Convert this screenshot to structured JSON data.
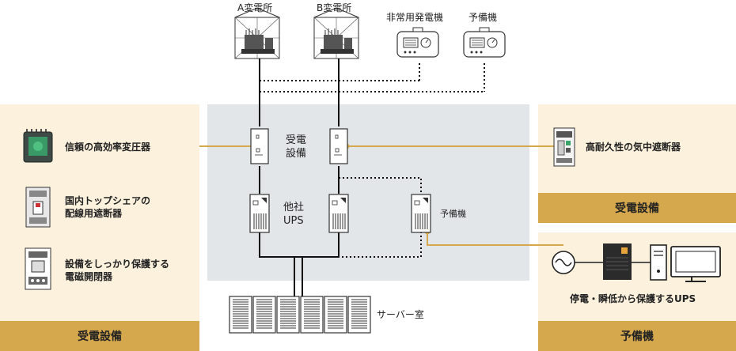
{
  "top": {
    "substation_a": "A変電所",
    "substation_b": "B変電所",
    "generator": "非常用発電機",
    "standby_top": "予備機"
  },
  "center": {
    "receiving_line1": "受電",
    "receiving_line2": "設備",
    "ups_line1": "他社",
    "ups_line2": "UPS",
    "standby": "予備機",
    "server_room": "サーバー室"
  },
  "left_panel": {
    "item1": "信頼の高効率変圧器",
    "item2_line1": "国内トップシェアの",
    "item2_line2": "配線用遮断器",
    "item3_line1": "設備をしっかり保護する",
    "item3_line2": "電磁開閉器",
    "title": "受電設備"
  },
  "right_top_panel": {
    "item": "高耐久性の気中遮断器",
    "title": "受電設備"
  },
  "right_bottom_panel": {
    "caption": "停電・瞬低から保護するUPS",
    "title": "予備機"
  },
  "colors": {
    "panel_bg": "#fbf1dd",
    "panel_title_bg": "#d6a84d",
    "zone_bg": "#e2e6e8",
    "connector": "#d6a84d",
    "line": "#111111"
  }
}
